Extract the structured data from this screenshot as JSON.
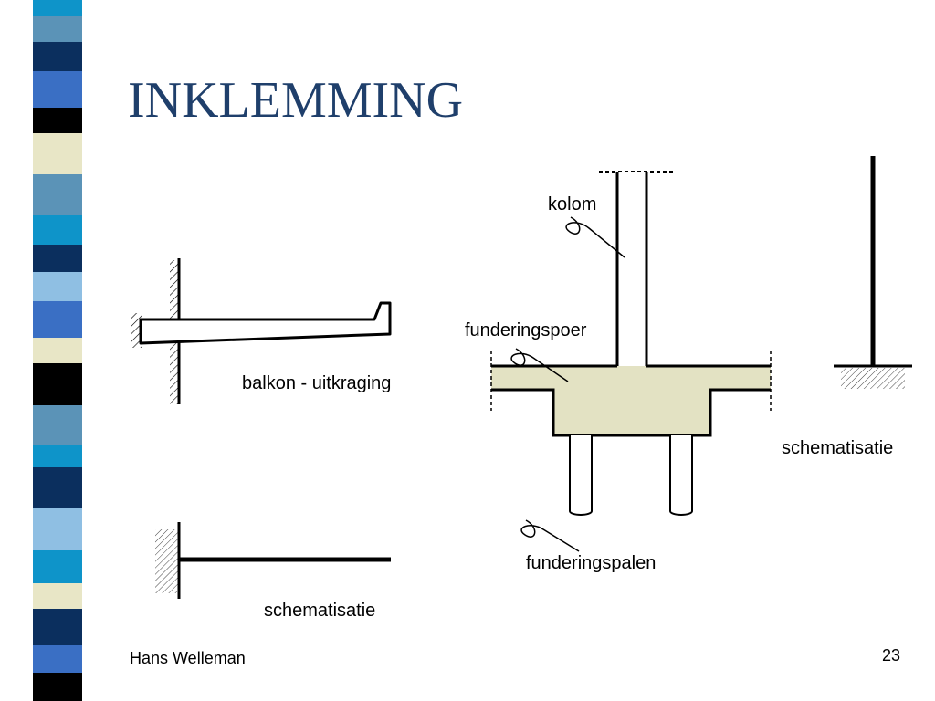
{
  "slide": {
    "title": "INKLEMMING",
    "footer_author": "Hans Welleman",
    "page_number": "23"
  },
  "labels": {
    "balcony": "balkon - uitkraging",
    "balcony_schematic": "schematisatie",
    "column": "kolom",
    "pile_cap": "funderingspoer",
    "piles": "funderingspalen",
    "column_schematic": "schematisatie"
  },
  "colors": {
    "title": "#1f3f6b",
    "foundation_fill": "#e3e2c3",
    "stripe_palette": [
      "#2e6aa8",
      "#0b2f5e",
      "#3f86c7",
      "#8fbfe3",
      "#000000",
      "#e8e6c6",
      "#5b93b7",
      "#1a5799",
      "#0e94c9"
    ]
  }
}
